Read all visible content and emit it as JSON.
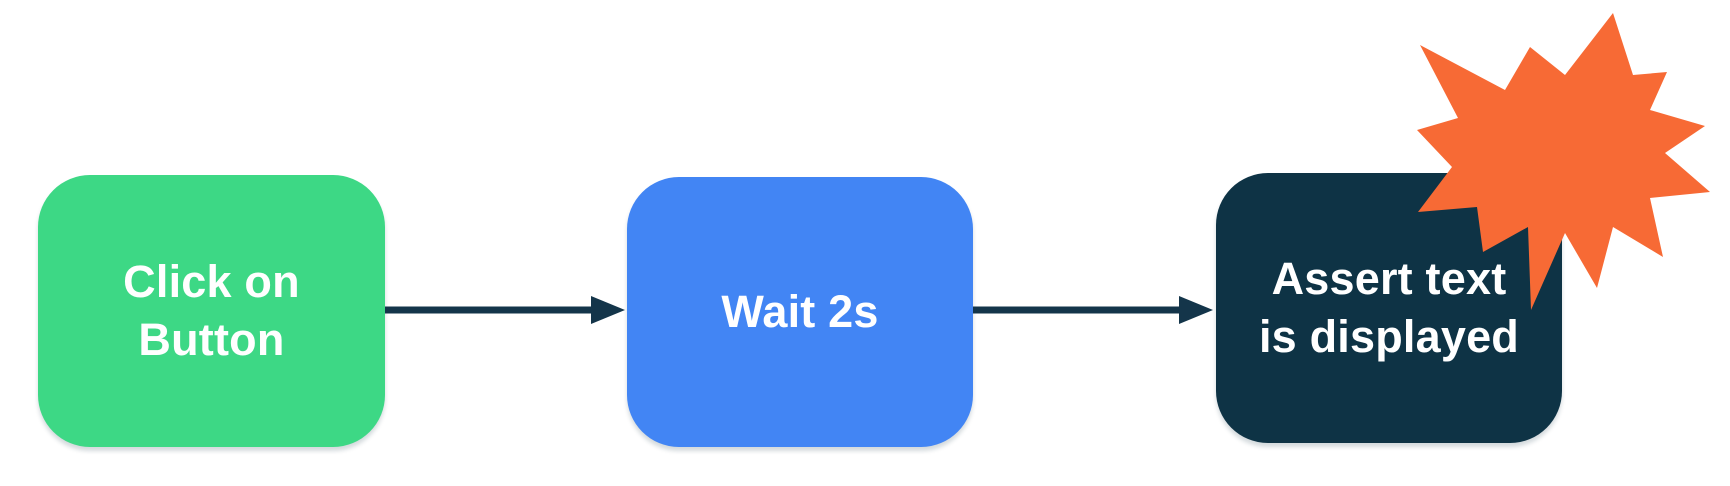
{
  "diagram": {
    "type": "flowchart",
    "direction": "left-to-right",
    "background_color": "#FFFFFF",
    "nodes": [
      {
        "id": "step-1",
        "label": "Click on\nButton",
        "shape": "rounded-rectangle",
        "fill_color": "#3DD885",
        "text_color": "#FFFFFF"
      },
      {
        "id": "step-2",
        "label": "Wait 2s",
        "shape": "rounded-rectangle",
        "fill_color": "#4285F4",
        "text_color": "#FFFFFF"
      },
      {
        "id": "step-3",
        "label": "Assert text\nis displayed",
        "shape": "rounded-rectangle",
        "fill_color": "#0E3345",
        "text_color": "#FFFFFF",
        "decoration": "explosion-burst",
        "decoration_color": "#F76A35"
      }
    ],
    "edges": [
      {
        "from": "step-1",
        "to": "step-2",
        "style": "solid-arrow",
        "color": "#14354A"
      },
      {
        "from": "step-2",
        "to": "step-3",
        "style": "solid-arrow",
        "color": "#14354A"
      }
    ]
  }
}
